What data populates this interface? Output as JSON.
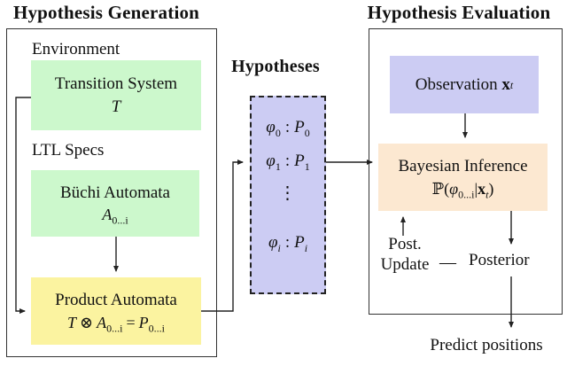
{
  "generation": {
    "title": "Hypothesis Generation",
    "environment_label": "Environment",
    "transition_box": {
      "title": "Transition System",
      "symbol": "T"
    },
    "ltl_label": "LTL Specs",
    "buchi_box": {
      "title": "Büchi Automata",
      "symbol": "A",
      "symbol_sub": "0...i"
    },
    "product_box": {
      "title": "Product Automata",
      "formula": {
        "t": "T",
        "otimes": "⊗",
        "a": "A",
        "a_sub": "0...i",
        "equals": "=",
        "p": "P",
        "p_sub": "0...i"
      }
    }
  },
  "hypotheses": {
    "title": "Hypotheses",
    "phi": "φ",
    "colon": ":",
    "p": "P",
    "dots": "⋮",
    "rows": [
      {
        "sub": "0"
      },
      {
        "sub": "1"
      },
      {
        "sub": "i"
      }
    ]
  },
  "evaluation": {
    "title": "Hypothesis Evaluation",
    "observation_box": {
      "label": "Observation",
      "x": "x",
      "x_sub": "t"
    },
    "bayesian_box": {
      "title": "Bayesian Inference",
      "formula": {
        "prob": "ℙ",
        "open": "(",
        "phi": "φ",
        "phi_sub": "0...i",
        "bar": "|",
        "x": "x",
        "x_sub": "t",
        "close": ")"
      }
    },
    "post_update_label": {
      "line1": "Post.",
      "line2": "Update"
    },
    "dash": "—",
    "posterior_label": "Posterior",
    "predict_label": "Predict positions"
  },
  "colors": {
    "green": "#ccf8cc",
    "yellow": "#fbf3a0",
    "lavender": "#ccccf3",
    "orange": "#fce8d1",
    "line": "#222222"
  }
}
